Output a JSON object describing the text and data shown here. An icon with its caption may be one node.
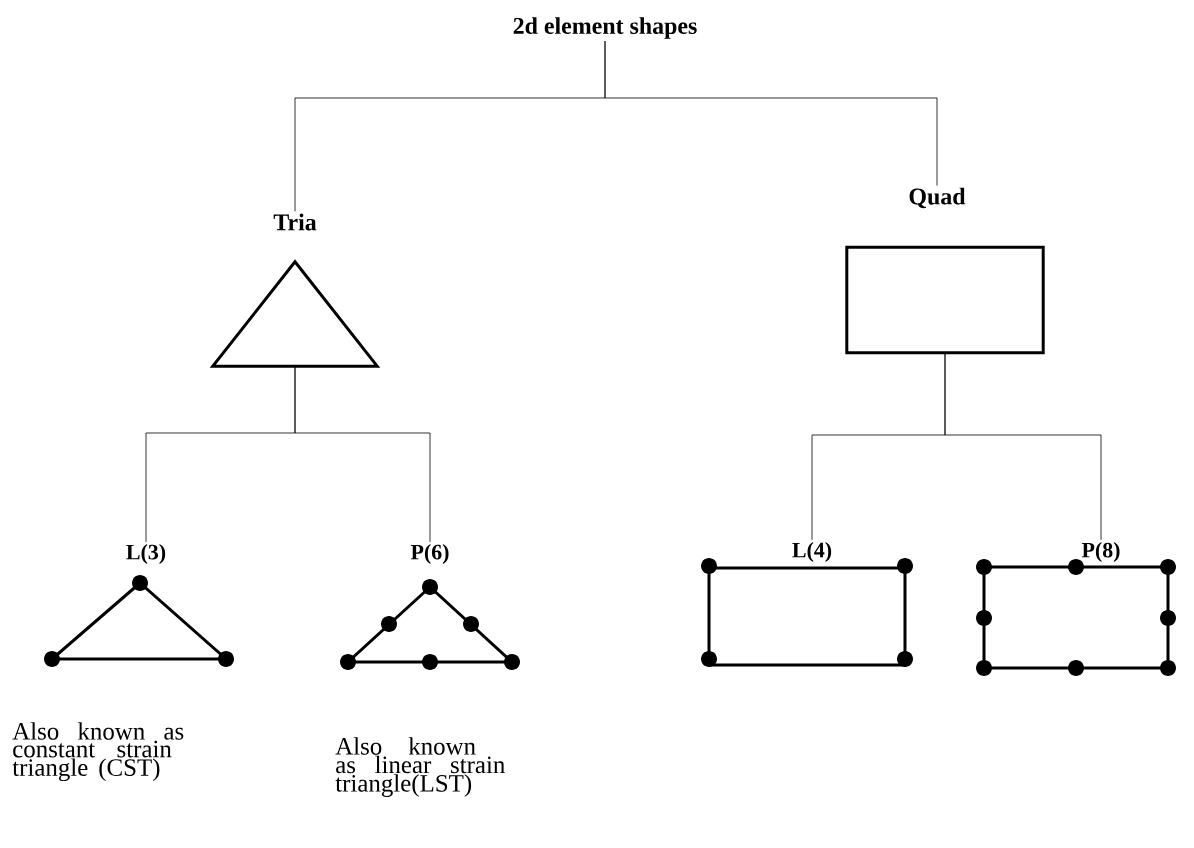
{
  "diagram": {
    "nodes": [
      {
        "text": [
          "2d element shapes"
        ]
      },
      {
        "text": [
          "Tria"
        ]
      },
      {
        "text": [
          "Quad"
        ]
      },
      {
        "text": [],
        "shape": "triangle"
      },
      {
        "text": [],
        "shape": "box"
      },
      {
        "text": [
          "L(3)"
        ]
      },
      {
        "text": [
          "P(6)"
        ]
      },
      {
        "text": [
          "L(4)"
        ]
      },
      {
        "text": [
          "P(8)"
        ]
      }
    ],
    "edges": [
      {
        "from": 0,
        "to": 1,
        "arrow": "none"
      },
      {
        "from": 0,
        "to": 2,
        "arrow": "none"
      },
      {
        "from": 3,
        "to": 5,
        "arrow": "none"
      },
      {
        "from": 3,
        "to": 6,
        "arrow": "none"
      },
      {
        "from": 4,
        "to": 7,
        "arrow": "none"
      },
      {
        "from": 4,
        "to": 8,
        "arrow": "none"
      }
    ],
    "labels": [
      "Also known as constant strain triangle (CST)",
      "Also known as linear strain triangle(LST)"
    ]
  }
}
